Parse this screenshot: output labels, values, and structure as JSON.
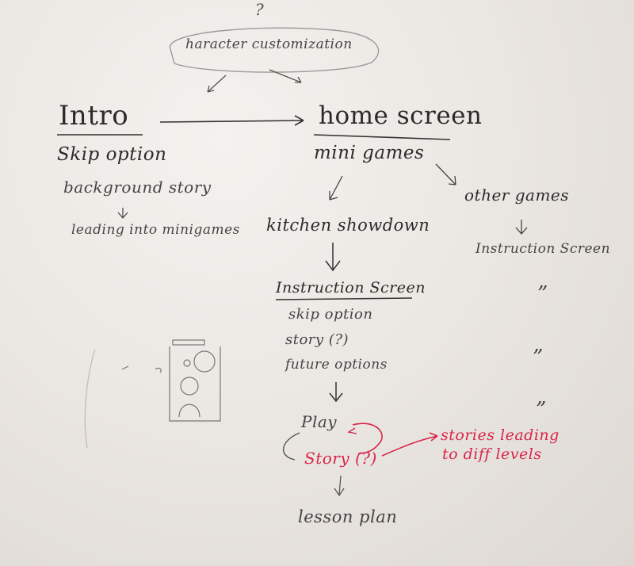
{
  "whiteboard": {
    "question_mark": "?",
    "top_node": "haracter customization",
    "intro": {
      "title": "Intro",
      "items": [
        "Skip option",
        "background story",
        "leading into minigames"
      ]
    },
    "home": {
      "title": "home screen",
      "sub": "mini games"
    },
    "other_games": {
      "title": "other games",
      "screen": "Instruction Screen",
      "ditto": "”"
    },
    "kitchen": {
      "title": "kitchen showdown",
      "instr_title": "Instruction Screen",
      "items": [
        "skip option",
        "story (?)",
        "future options"
      ],
      "play": "Play",
      "story": "Story (?)",
      "lesson": "lesson plan"
    },
    "note": {
      "line1": "stories leading",
      "line2": "to diff levels"
    },
    "colors": {
      "ink": "#2b2b2b",
      "red_marker": "#d8264a",
      "board": "#ebe7e3"
    }
  }
}
